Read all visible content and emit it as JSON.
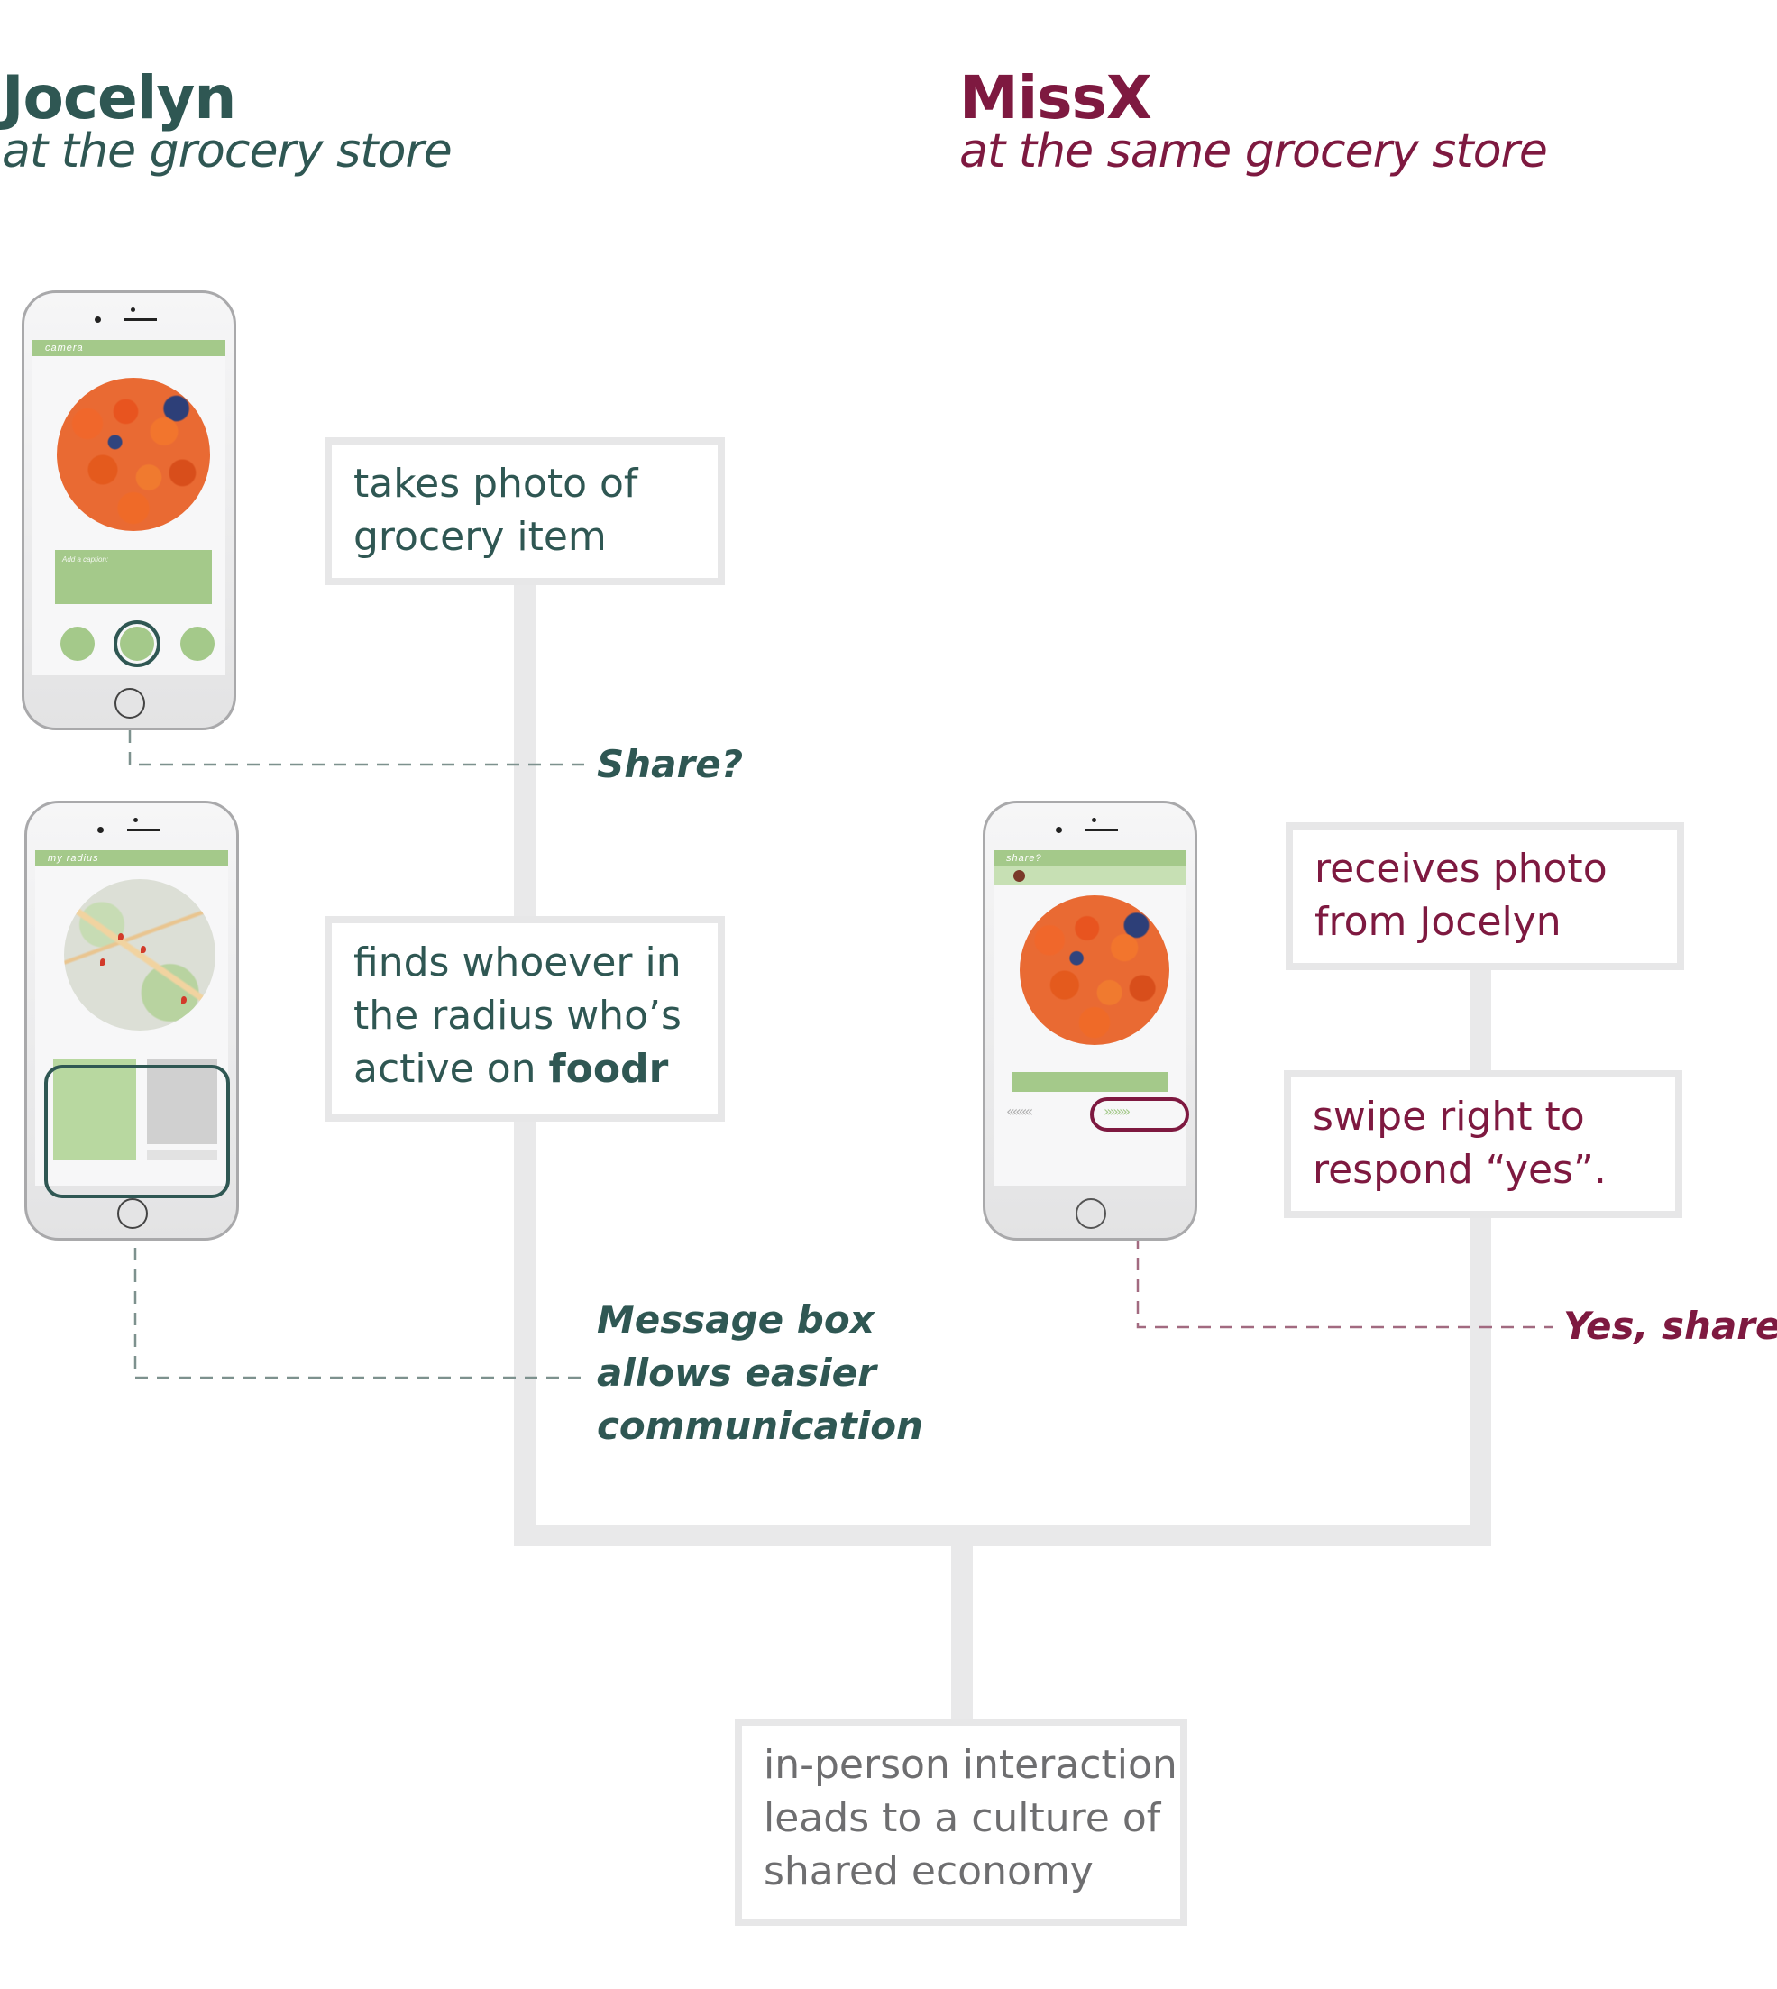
{
  "colors": {
    "jocelyn": "#2f5753",
    "missx": "#7e1940",
    "final": "#6e6e70",
    "connector": "#e9e9ea",
    "phone_accent": "#a4c98a"
  },
  "headers": {
    "jocelyn_name": "Jocelyn",
    "jocelyn_sub": "at the grocery store",
    "missx_name": "MissX",
    "missx_sub": "at the same grocery store"
  },
  "boxes": {
    "take_photo": [
      "takes photo of",
      "grocery item"
    ],
    "finds": [
      "finds whoever in",
      "the radius who’s"
    ],
    "finds_last_prefix": "active on ",
    "finds_last_bold": "foodr",
    "receives": [
      "receives photo",
      "from Jocelyn"
    ],
    "swipe": [
      "swipe right to",
      "respond “yes”."
    ],
    "final": [
      "in-person interaction",
      "leads to a culture of",
      "shared economy"
    ]
  },
  "notes": {
    "share": "Share?",
    "message": [
      "Message box",
      "allows easier",
      "communication"
    ],
    "yes_share": "Yes, share!"
  },
  "phones": {
    "camera_title": "camera",
    "radius_title": "my radius",
    "share_title": "share?",
    "caption_placeholder": "Add a caption:"
  }
}
